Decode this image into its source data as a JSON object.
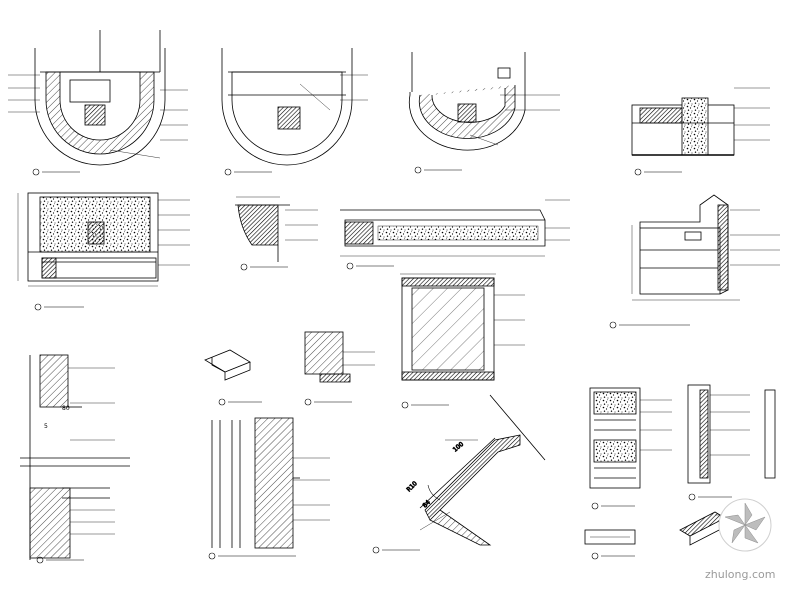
{
  "dims": {
    "r10": "R10",
    "d100": "100",
    "d84": "84",
    "d80": "80",
    "d5": "5"
  },
  "watermark": {
    "text": "zhulong.com",
    "colors": {
      "grey": "#9a9a9a",
      "dark": "#6e6e6e",
      "light": "#cfcfcf"
    }
  }
}
